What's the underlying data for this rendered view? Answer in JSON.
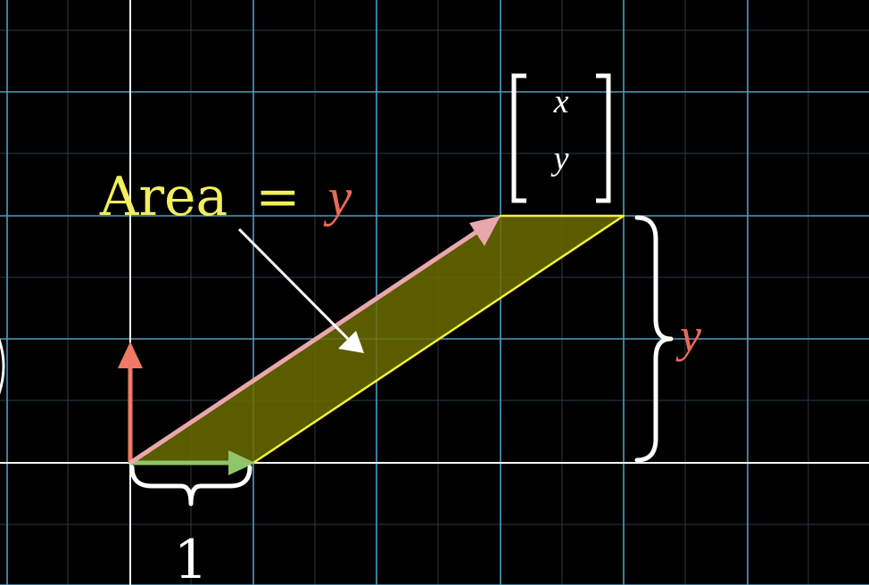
{
  "area_label": {
    "word": "Area",
    "equals": "=",
    "variable": "y"
  },
  "vector_entries": {
    "top": "x",
    "bottom": "y"
  },
  "unit_length_label": "1",
  "height_label": "y",
  "colors": {
    "background": "#000000",
    "grid_major": "#4f9cc4",
    "grid_minor": "#2a3a44",
    "axis": "#ffffff",
    "parallelogram_fill": "#6b6b00",
    "parallelogram_edge": "#f2f23a",
    "vector_i_hat": "#8fc46a",
    "vector_j_hat": "#f07a63",
    "vector_xy": "#e8a7ad",
    "area_text": "#f2ef5c",
    "variable_text": "#e86a5a",
    "brace_and_arrow": "#ffffff"
  }
}
